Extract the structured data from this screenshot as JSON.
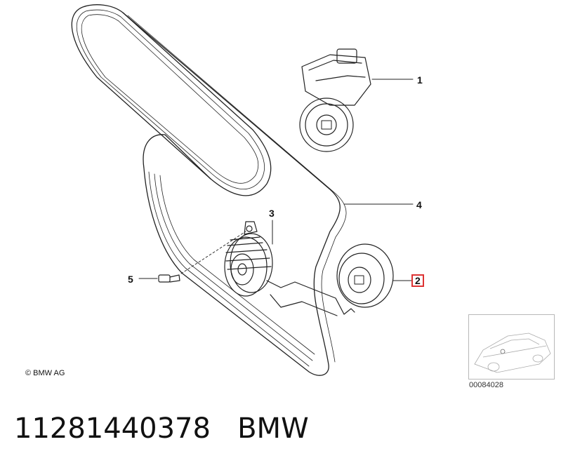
{
  "callouts": [
    {
      "label": "1"
    },
    {
      "label": "2",
      "highlighted": true
    },
    {
      "label": "3"
    },
    {
      "label": "4"
    },
    {
      "label": "5"
    }
  ],
  "copyright": "© BMW AG",
  "thumbnail_code": "00084028",
  "footer": {
    "part_number": "11281440378",
    "brand": "BMW"
  },
  "colors": {
    "line": "#222222",
    "highlight_box": "#dd3333",
    "thumbnail_border": "#b8b8b8"
  }
}
